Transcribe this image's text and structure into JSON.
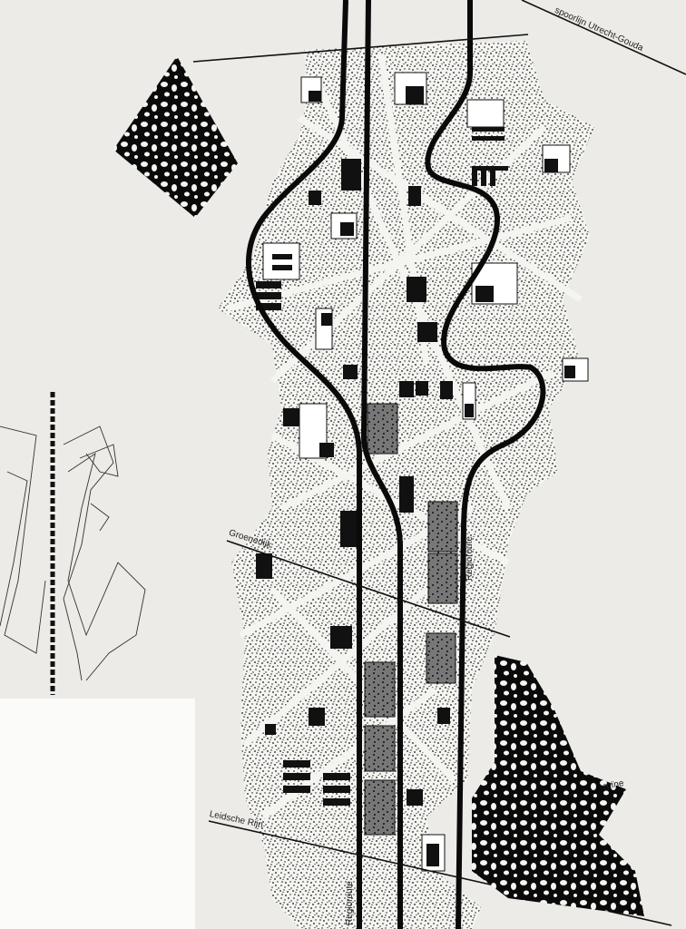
{
  "labels": {
    "railway": "spoorlijn Utrecht-Gouda",
    "dike": "Groenedijk",
    "route_east": "Regioroute",
    "route_west": "Regioroute",
    "canal": "Leidsche Rijn",
    "ruin": "ruïne"
  },
  "colors": {
    "paper": "#ecebe7",
    "ink": "#111111",
    "stipple": "#1a1a1a"
  }
}
